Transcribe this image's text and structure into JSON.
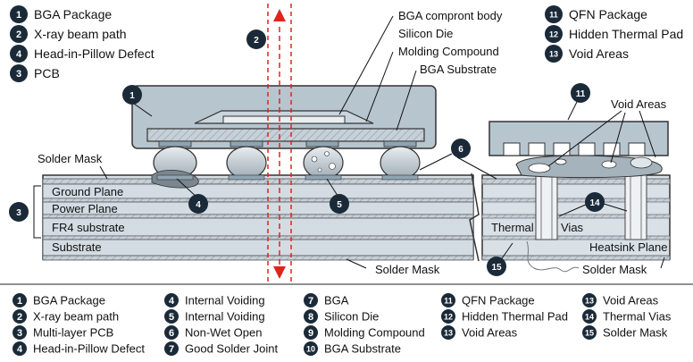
{
  "top_legend_left": [
    {
      "num": "1",
      "text": "BGA Package"
    },
    {
      "num": "2",
      "text": "X-ray beam path"
    },
    {
      "num": "4",
      "text": "Head-in-Pillow Defect"
    },
    {
      "num": "3",
      "text": "PCB"
    }
  ],
  "top_legend_right": [
    {
      "num": "11",
      "text": "QFN Package"
    },
    {
      "num": "12",
      "text": "Hidden Thermal Pad"
    },
    {
      "num": "13",
      "text": "Void Areas"
    }
  ],
  "labels": {
    "bga_body": "BGA compront body",
    "silicon_die": "Silicon Die",
    "molding": "Molding Compound",
    "bga_substrate": "BGA Substrate",
    "solder_mask_top": "Solder Mask",
    "ground_plane": "Ground Plane",
    "power_plane": "Power Plane",
    "fr4": "FR4 substrate",
    "substrate": "Substrate",
    "solder_mask_bottom": "Solder Mask",
    "void_areas": "Void Areas",
    "thermal": "Thermal",
    "vias": "Vias",
    "heatsink": "Heatsink Plane",
    "solder_mask_right": "Solder Mask"
  },
  "markers": {
    "m1": "1",
    "m2": "2",
    "m3": "3",
    "m4": "4",
    "m5": "5",
    "m6": "6",
    "m11": "11",
    "m14": "14",
    "m15": "15"
  },
  "bottom_legend": [
    [
      {
        "num": "1",
        "text": "BGA Package"
      },
      {
        "num": "2",
        "text": "X-ray beam path"
      },
      {
        "num": "3",
        "text": "Multi-layer PCB"
      },
      {
        "num": "4",
        "text": "Head-in-Pillow Defect"
      }
    ],
    [
      {
        "num": "4",
        "text": "Internal Voiding"
      },
      {
        "num": "5",
        "text": "Internal Voiding"
      },
      {
        "num": "6",
        "text": "Non-Wet Open"
      },
      {
        "num": "7",
        "text": "Good Solder Joint"
      }
    ],
    [
      {
        "num": "7",
        "text": "BGA"
      },
      {
        "num": "8",
        "text": "Silicon Die"
      },
      {
        "num": "9",
        "text": "Molding Compound"
      },
      {
        "num": "10",
        "text": "BGA Substrate"
      }
    ],
    [
      {
        "num": "11",
        "text": "QFN Package"
      },
      {
        "num": "12",
        "text": "Hidden Thermal Pad"
      },
      {
        "num": "13",
        "text": "Void Areas"
      }
    ],
    [
      {
        "num": "13",
        "text": "Void Areas"
      },
      {
        "num": "14",
        "text": "Thermal Vias"
      },
      {
        "num": "15",
        "text": "Solder Mask"
      }
    ]
  ],
  "colors": {
    "package": "#b7c5cf",
    "package_dark": "#8fa3b1",
    "pcb_layer": "#d3dce3",
    "copper_strip": "#9aa8b2",
    "solder": "#c9d2d8",
    "xray": "#e2231a",
    "badge": "#1b2a38"
  }
}
